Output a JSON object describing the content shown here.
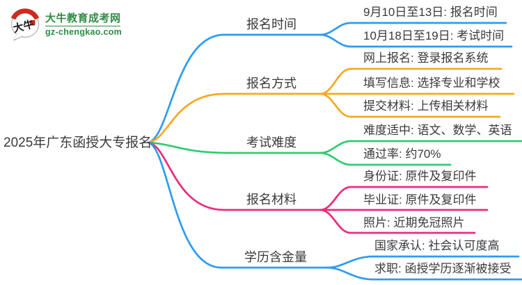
{
  "site": {
    "name": "大牛教育成考网",
    "url": "gz-chengkao.com",
    "logo_icon_text": "大牛",
    "brand_green": "#2E8B44",
    "logo_red": "#CE2B20"
  },
  "mindmap": {
    "root": {
      "label": "2025年广东函授大专报名"
    },
    "colors": {
      "blue": "#2E9BF0",
      "orange": "#F7A823",
      "green": "#2ECC71",
      "pink": "#EF2A7B"
    },
    "branches": [
      {
        "label": "报名时间",
        "color": "blue",
        "children": [
          "9月10日至13日: 报名时间",
          "10月18日至19日: 考试时间"
        ]
      },
      {
        "label": "报名方式",
        "color": "orange",
        "children": [
          "网上报名: 登录报名系统",
          "填写信息: 选择专业和学校",
          "提交材料: 上传相关材料"
        ]
      },
      {
        "label": "考试难度",
        "color": "green",
        "children": [
          "难度适中: 语文、数学、英语",
          "通过率: 约70%"
        ]
      },
      {
        "label": "报名材料",
        "color": "pink",
        "children": [
          "身份证: 原件及复印件",
          "毕业证: 原件及复印件",
          "照片: 近期免冠照片"
        ]
      },
      {
        "label": "学历含金量",
        "color": "blue",
        "children": [
          "国家承认: 社会认可度高",
          "求职: 函授学历逐渐被接受"
        ]
      }
    ]
  }
}
